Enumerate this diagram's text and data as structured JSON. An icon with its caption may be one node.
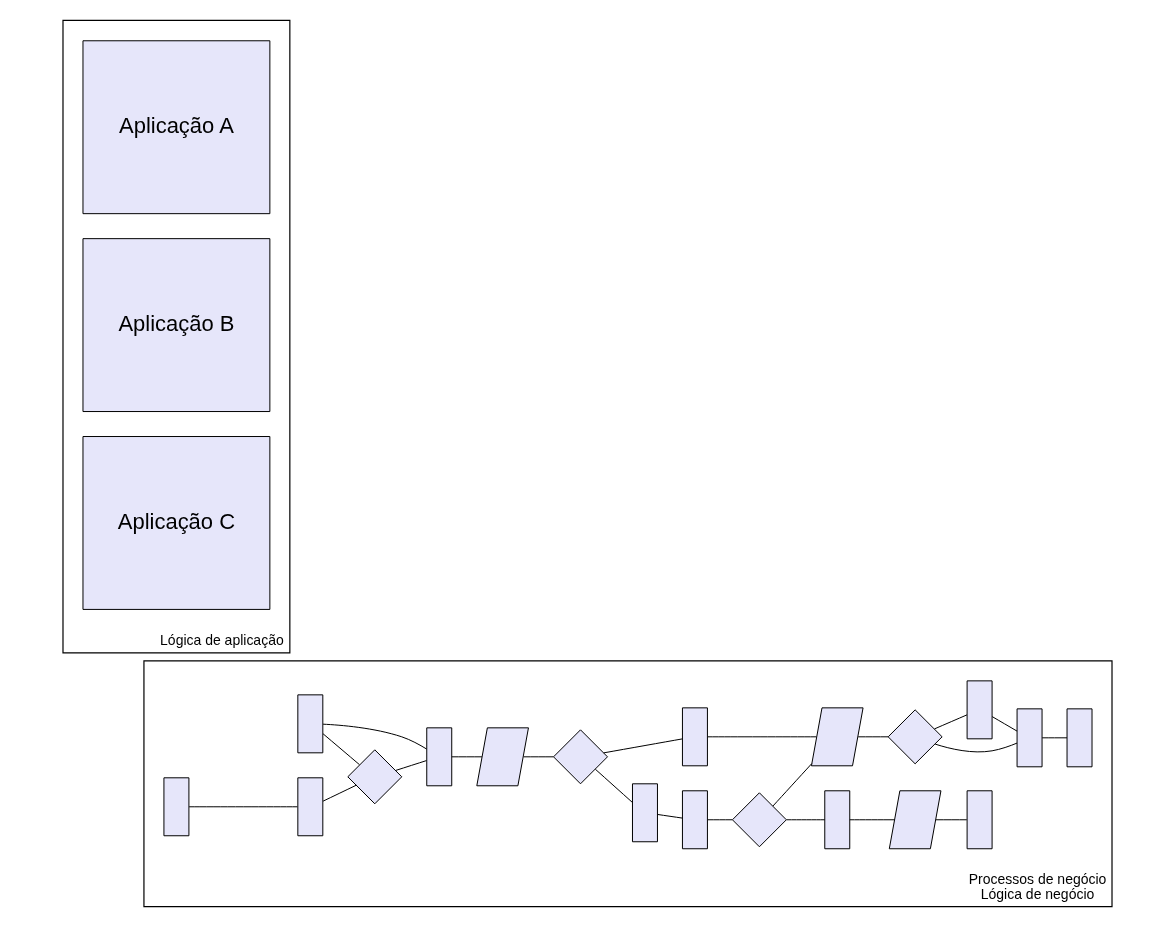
{
  "diagram": {
    "nodes": [
      {
        "text": [
          "Processos de negócio",
          "Lógica de negócio"
        ]
      },
      {
        "text": [],
        "shape": "box",
        "in": 0
      },
      {
        "text": [],
        "shape": "box",
        "in": 0
      },
      {
        "text": [],
        "shape": "box",
        "in": 0
      },
      {
        "text": [],
        "shape": "diamond",
        "in": 0
      },
      {
        "text": [],
        "shape": "box",
        "in": 0
      },
      {
        "text": [],
        "shape": "parallelogram",
        "in": 0
      },
      {
        "text": [],
        "shape": "box",
        "in": 0
      },
      {
        "text": [],
        "shape": "box",
        "in": 0
      },
      {
        "text": [],
        "shape": "box",
        "in": 0
      },
      {
        "text": [],
        "shape": "diamond",
        "in": 0
      },
      {
        "text": [],
        "shape": "box",
        "in": 0
      },
      {
        "text": [],
        "shape": "parallelogram",
        "in": 0
      },
      {
        "text": [],
        "shape": "diamond",
        "in": 0
      },
      {
        "text": [],
        "shape": "box",
        "in": 0
      },
      {
        "text": [],
        "shape": "parallelogram",
        "in": 0
      },
      {
        "text": [],
        "shape": "diamond",
        "in": 0
      },
      {
        "text": [],
        "shape": "box",
        "in": 0
      },
      {
        "text": [],
        "shape": "box",
        "in": 0
      },
      {
        "text": [],
        "shape": "box",
        "in": 0
      },
      {
        "text": [
          "Lógica de aplicação"
        ]
      },
      {
        "text": [
          "Aplicação A"
        ],
        "in": 20
      },
      {
        "text": [
          "Aplicação B"
        ],
        "in": 20
      },
      {
        "text": [
          "Aplicação C"
        ],
        "in": 20
      }
    ],
    "edges": [
      {
        "from": 8,
        "to": 9,
        "arrow": "none"
      },
      {
        "from": 9,
        "to": 10,
        "arrow": "none"
      },
      {
        "from": 10,
        "to": 11,
        "arrow": "none"
      },
      {
        "from": 1,
        "to": 10,
        "arrow": "none"
      },
      {
        "from": 1,
        "to": 11,
        "arrow": "none"
      },
      {
        "from": 11,
        "to": 12,
        "arrow": "none"
      },
      {
        "from": 12,
        "to": 13,
        "arrow": "none"
      },
      {
        "from": 13,
        "to": 2,
        "arrow": "none"
      },
      {
        "from": 13,
        "to": 14,
        "arrow": "none"
      },
      {
        "from": 2,
        "to": 3,
        "arrow": "none"
      },
      {
        "from": 3,
        "to": 4,
        "arrow": "none"
      },
      {
        "from": 4,
        "to": 5,
        "arrow": "none"
      },
      {
        "from": 5,
        "to": 6,
        "arrow": "none"
      },
      {
        "from": 6,
        "to": 7,
        "arrow": "none"
      },
      {
        "from": 14,
        "to": 15,
        "arrow": "none"
      },
      {
        "from": 4,
        "to": 15,
        "arrow": "none"
      },
      {
        "from": 15,
        "to": 16,
        "arrow": "none"
      },
      {
        "from": 16,
        "to": 19,
        "arrow": "none"
      },
      {
        "from": 16,
        "to": 17,
        "arrow": "none"
      },
      {
        "from": 19,
        "to": 17,
        "arrow": "none"
      },
      {
        "from": 17,
        "to": 18,
        "arrow": "none"
      }
    ]
  }
}
